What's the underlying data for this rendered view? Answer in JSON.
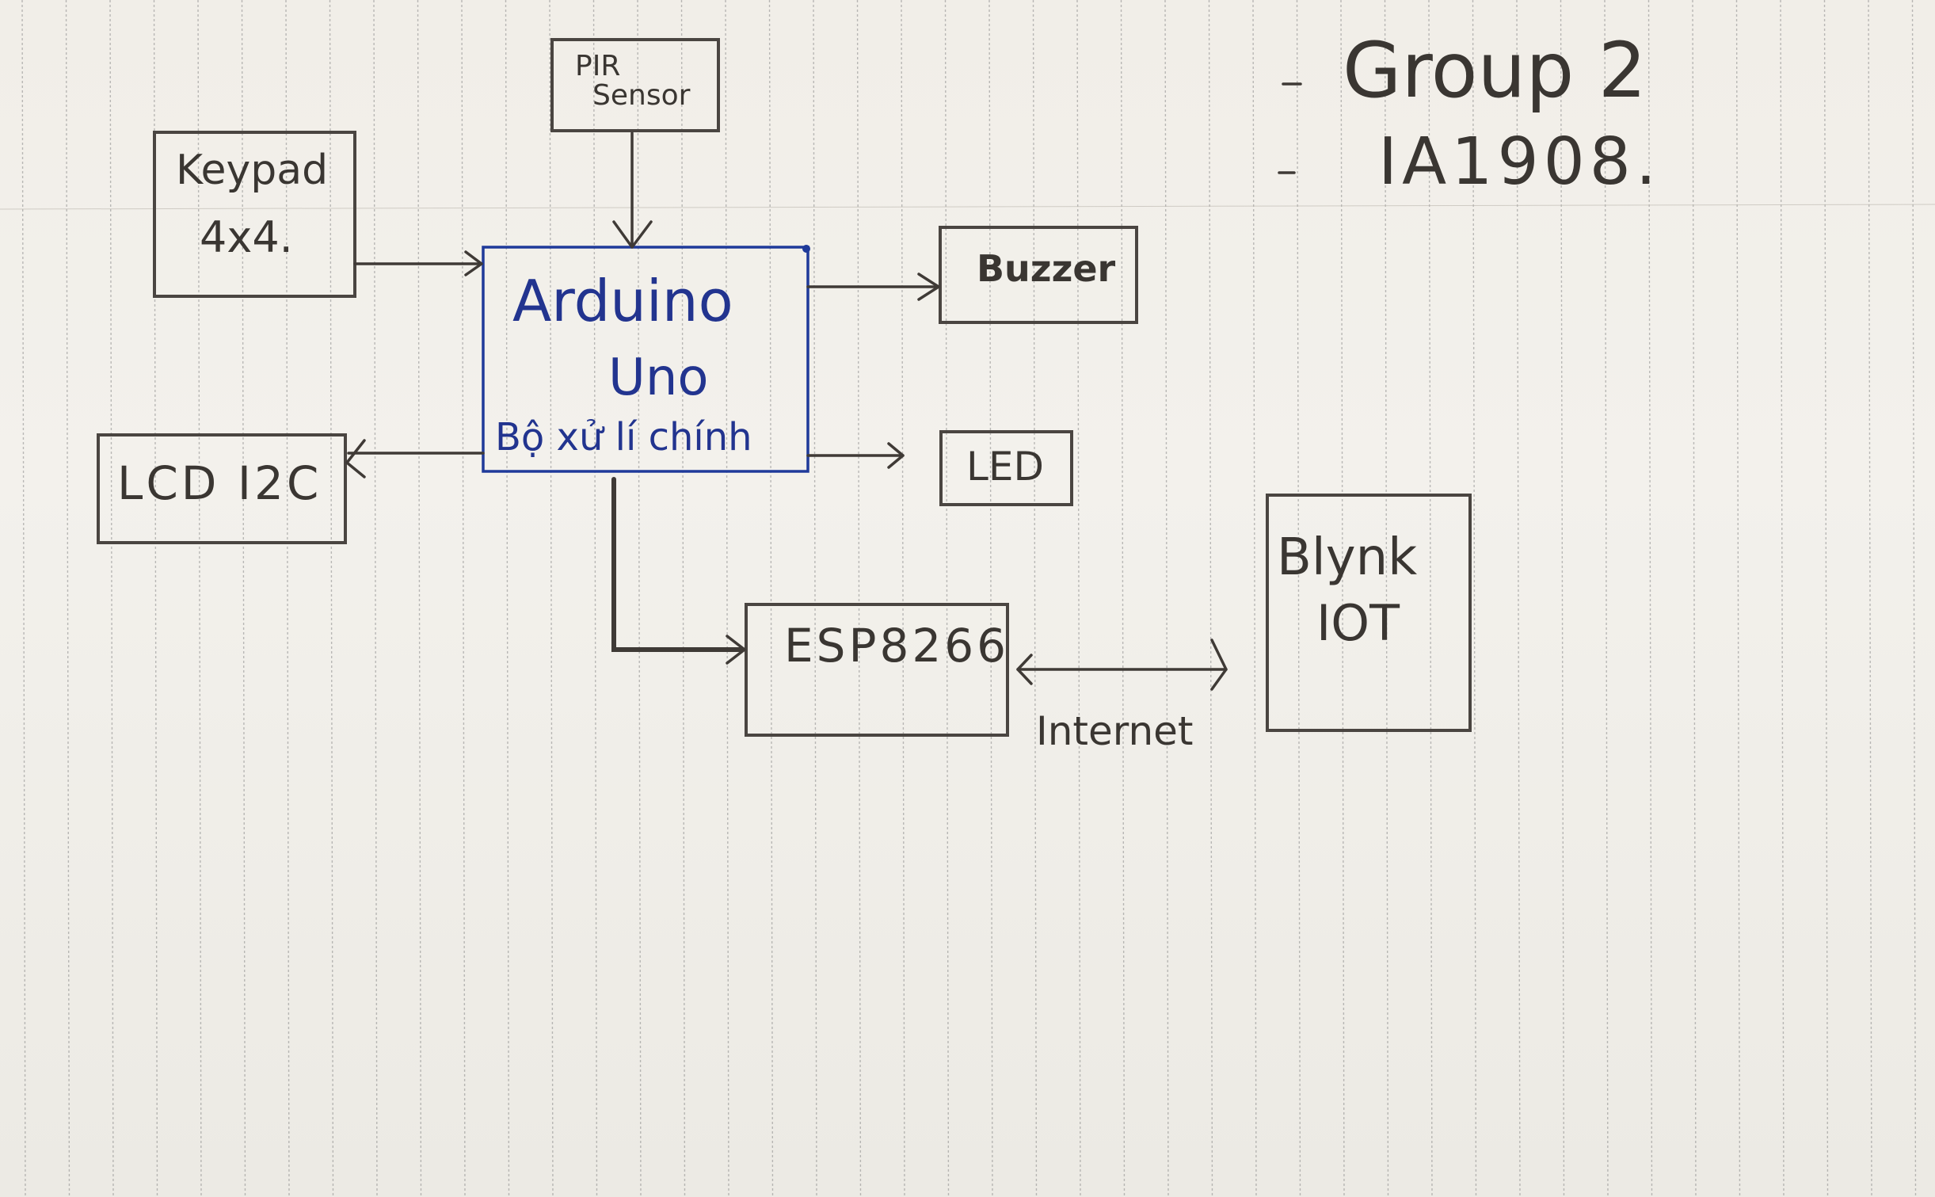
{
  "header": {
    "group": "Group 2",
    "class_code": "IA1908."
  },
  "nodes": {
    "pir": {
      "line1": "PIR",
      "line2": "Sensor"
    },
    "keypad": {
      "line1": "Keypad",
      "line2": "4x4."
    },
    "arduino": {
      "line1": "Arduino",
      "line2": "Uno",
      "line3": "Bộ xử lí chính"
    },
    "buzzer": {
      "label": "Buzzer"
    },
    "led": {
      "label": "LED"
    },
    "lcd": {
      "label": "LCD I2C"
    },
    "esp": {
      "label": "ESP8266"
    },
    "blynk": {
      "line1": "Blynk",
      "line2": "IOT"
    }
  },
  "edges": {
    "internet_label": "Internet"
  },
  "colors": {
    "ink": "#3f3a36",
    "blue_ink": "#1f3a9a",
    "paper": "#f1eee8",
    "ruling": "#8a8a8a"
  }
}
